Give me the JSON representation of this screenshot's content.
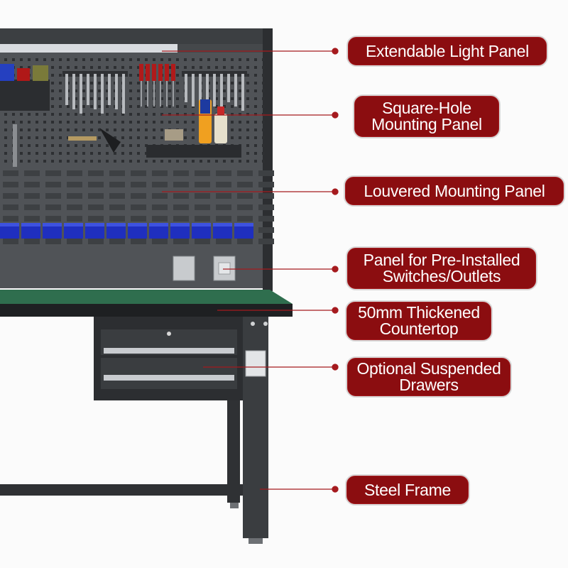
{
  "colors": {
    "callout_bg": "#8b0d10",
    "pointer_line": "#a51a1e",
    "frame_dark": "#3a3d40",
    "countertop_green": "#2f6e4e",
    "bin_blue": "#1f2fbf"
  },
  "callouts": [
    {
      "id": "light-panel",
      "text": "Extendable Light Panel"
    },
    {
      "id": "square-hole",
      "text": "Square-Hole\nMounting Panel"
    },
    {
      "id": "louvered",
      "text": "Louvered Mounting Panel"
    },
    {
      "id": "switch-panel",
      "text": "Panel for Pre-Installed\nSwitches/Outlets"
    },
    {
      "id": "countertop",
      "text": "50mm Thickened\nCountertop"
    },
    {
      "id": "drawers",
      "text": "Optional Suspended\nDrawers"
    },
    {
      "id": "steel-frame",
      "text": "Steel Frame"
    }
  ]
}
